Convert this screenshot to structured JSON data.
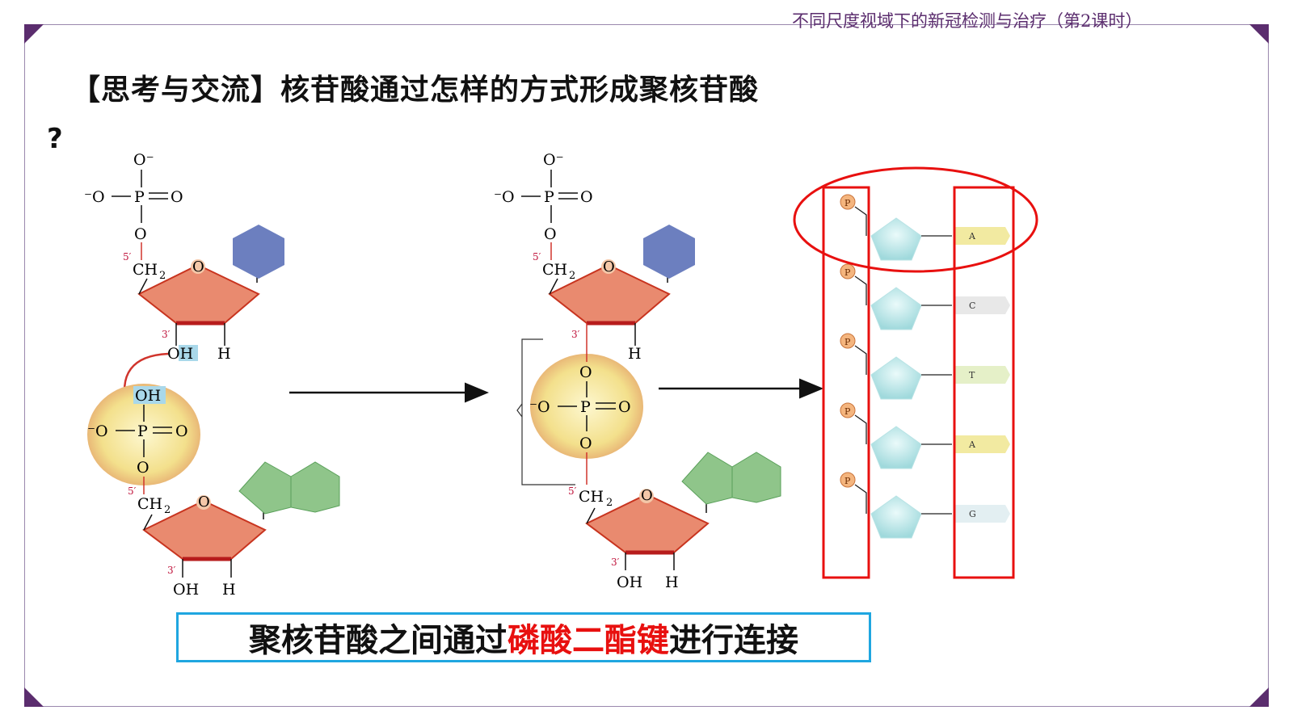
{
  "header": {
    "subtitle": "不同尺度视域下的新冠检测与治疗（第2课时）"
  },
  "slide": {
    "title": "【思考与交流】核苷酸通过怎样的方式形成聚核苷酸",
    "question_mark": "?"
  },
  "conclusion": {
    "text_before": "聚核苷酸之间通过",
    "highlight": "磷酸二酯键",
    "text_after": "进行连接"
  },
  "chem_labels": {
    "o_minus": "O⁻",
    "minus_o": "⁻O",
    "p": "P",
    "o": "O",
    "ch2": "CH",
    "sub2": "2",
    "oh": "OH",
    "h": "H",
    "five_prime": "5′",
    "three_prime": "3′"
  },
  "strand": {
    "phosphate_label": "P",
    "bases": [
      "A",
      "C",
      "T",
      "A",
      "G"
    ]
  },
  "colors": {
    "sugar": "#e98a6f",
    "sugar_edge": "#c8341f",
    "purine": "#8fc58a",
    "pyrimidine": "#6c7fbf",
    "phosphate_glow": "#f3e08c",
    "highlight_red": "#e8100f",
    "conclusion_border": "#1fa6e0",
    "frame_accent": "#5b2d6e"
  }
}
